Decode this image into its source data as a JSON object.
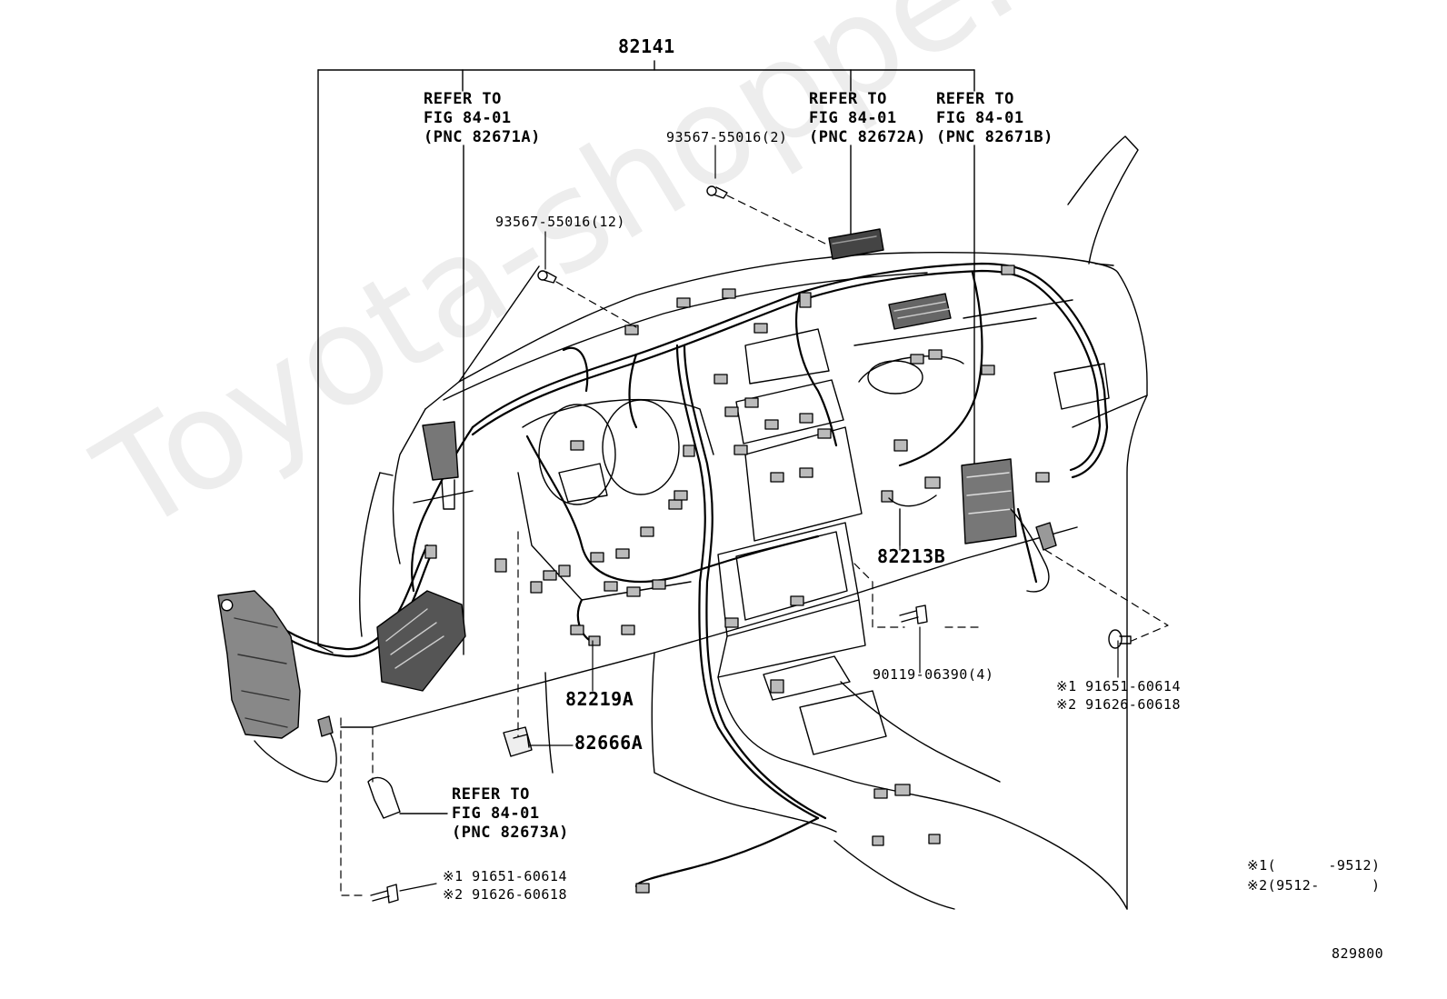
{
  "watermark": "Toyota-shoppe.ru",
  "main_part": "82141",
  "refer_notes": [
    {
      "line1": "REFER TO",
      "line2": "FIG 84-01",
      "line3": "(PNC 82671A)"
    },
    {
      "line1": "REFER TO",
      "line2": "FIG 84-01",
      "line3": "(PNC 82672A)"
    },
    {
      "line1": "REFER TO",
      "line2": "FIG 84-01",
      "line3": "(PNC 82671B)"
    },
    {
      "line1": "REFER TO",
      "line2": "FIG 84-01",
      "line3": "(PNC 82673A)"
    }
  ],
  "callouts": {
    "screw_top": "93567-55016(2)",
    "screw_left": "93567-55016(12)",
    "p82213B": "82213B",
    "p82219A": "82219A",
    "p82666A": "82666A",
    "bolt": "90119-06390(4)",
    "right_alt1": "※1 91651-60614",
    "right_alt2": "※2 91626-60618",
    "bottom_alt1": "※1 91651-60614",
    "bottom_alt2": "※2 91626-60618"
  },
  "legend": {
    "note1": "※1(      -9512)",
    "note2": "※2(9512-      )"
  },
  "figure_code": "829800"
}
